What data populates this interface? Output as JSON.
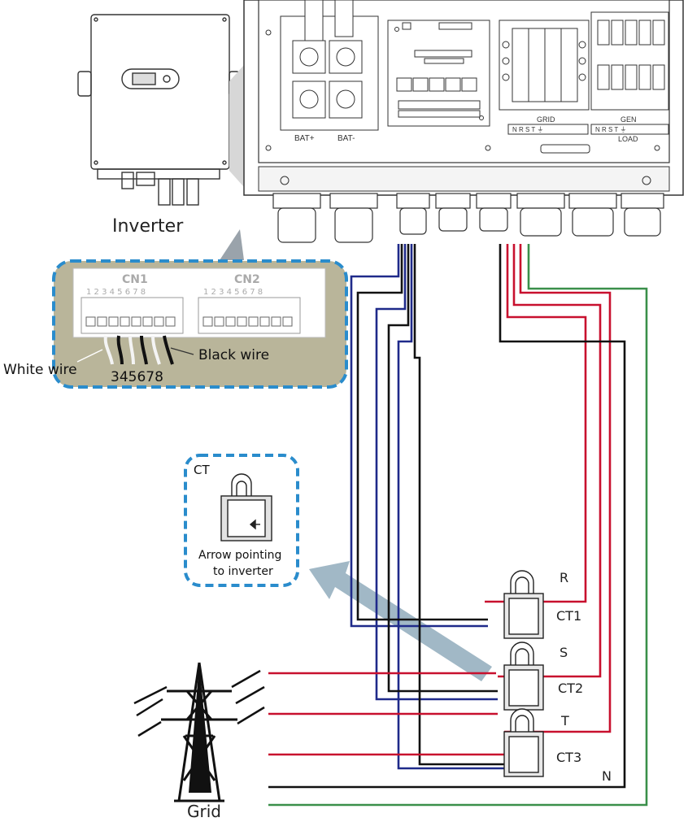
{
  "labels": {
    "inverter": "Inverter",
    "white_wire": "White wire",
    "black_wire": "Black wire",
    "pin_numbers": "345678",
    "cn1": "CN1",
    "cn2": "CN2",
    "cn_pins": "1 2 3 4 5 6 7 8",
    "ct_box_title": "CT",
    "arrow_line1": "Arrow pointing",
    "arrow_line2": "to inverter",
    "r": "R",
    "s": "S",
    "t": "T",
    "n": "N",
    "ct1": "CT1",
    "ct2": "CT2",
    "ct3": "CT3",
    "grid": "Grid",
    "bat_plus": "BAT+",
    "bat_minus": "BAT-",
    "grid_term": "GRID",
    "gen_term": "GEN",
    "load_term": "LOAD",
    "term_left": "N R S T ⏚",
    "term_right": "N R S T ⏚"
  },
  "colors": {
    "red": "#c8102e",
    "blue": "#1f2a8a",
    "black": "#111111",
    "green": "#3a8f4a",
    "callout_border": "#2a8ccc",
    "callout_fill": "#b9b59a",
    "big_arrow": "#8aa6b8"
  }
}
